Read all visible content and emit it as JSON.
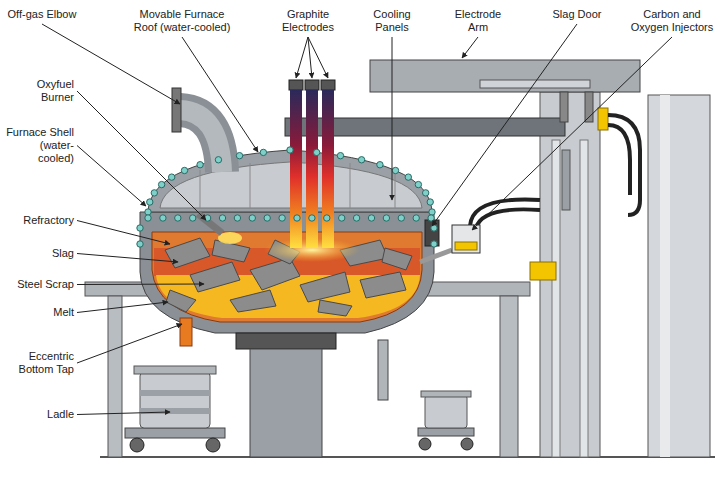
{
  "diagram": {
    "labels": [
      "Off-gas Elbow",
      "Movable Furnace Roof (water-cooled)",
      "Graphite Electrodes",
      "Cooling Panels",
      "Electrode Arm",
      "Slag Door",
      "Carbon and Oxygen Injectors",
      "Oxyfuel Burner",
      "Furnace Shell (water-cooled)",
      "Refractory",
      "Slag",
      "Steel Scrap",
      "Melt",
      "Eccentric Bottom Tap",
      "Ladle"
    ]
  }
}
